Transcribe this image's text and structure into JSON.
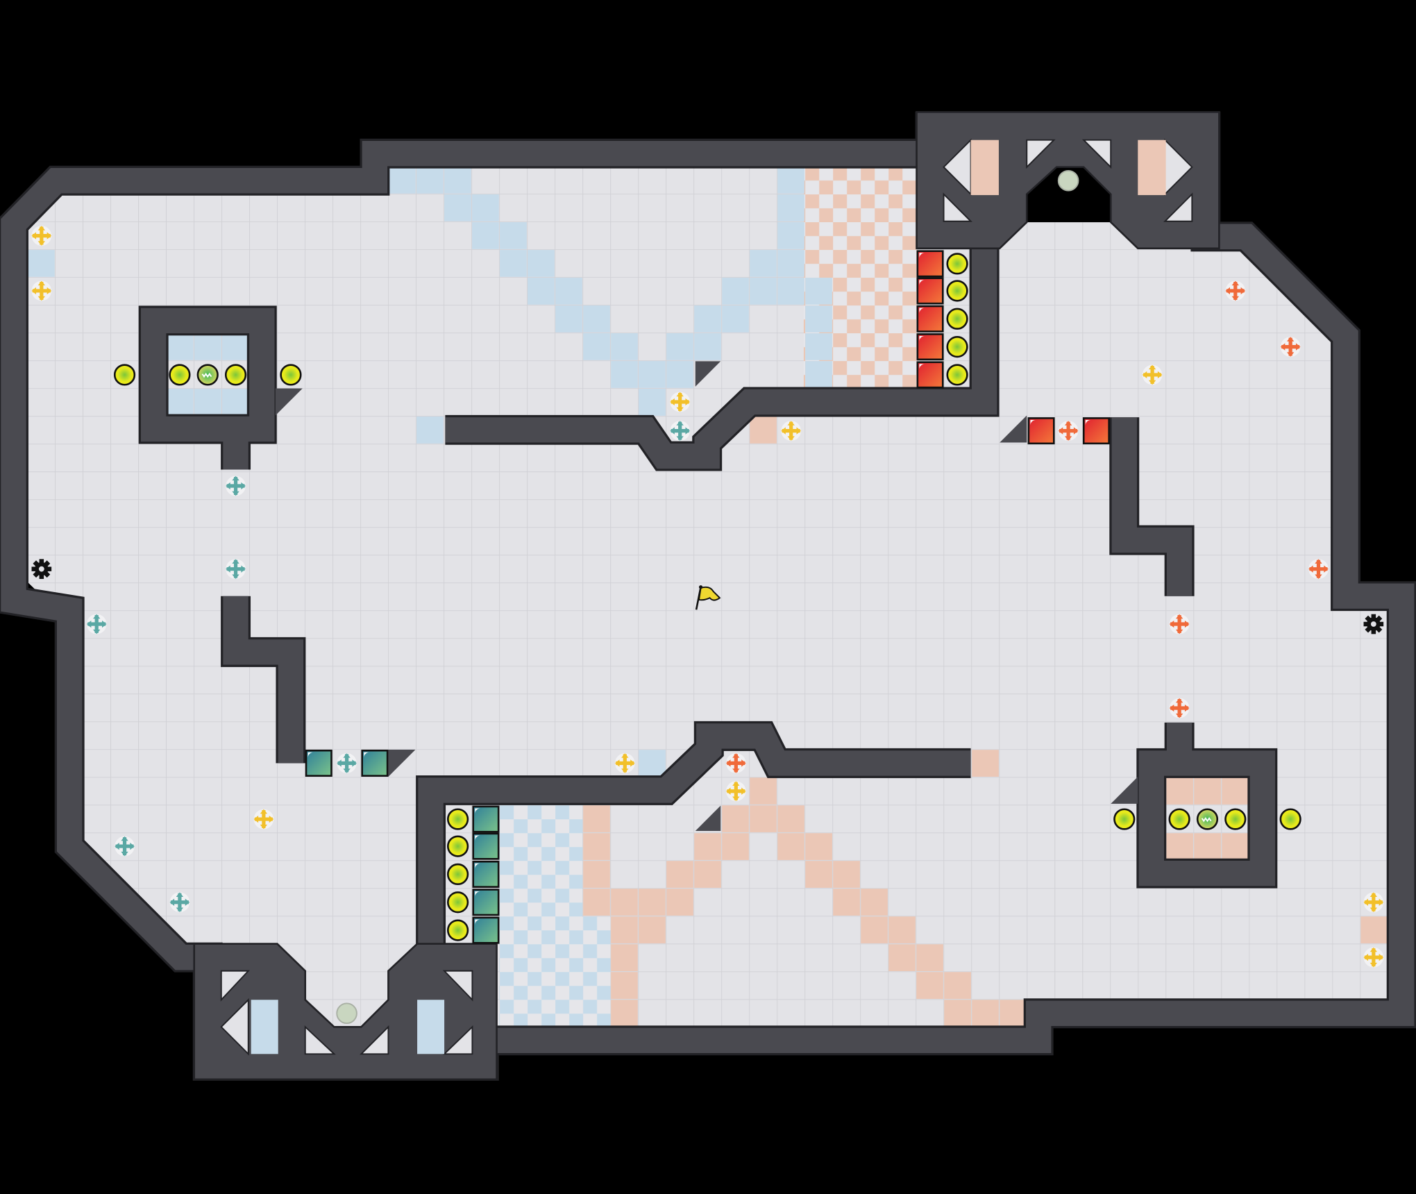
{
  "game": {
    "view": "level-map",
    "tile_size_units": 1
  },
  "palette": {
    "background": "#000000",
    "floor": "#e3e3e7",
    "floor_grid": "#d0d0d5",
    "wall": "#4a4a50",
    "wall_edge": "#222226",
    "blue_tile": "#c6dbea",
    "peach_tile": "#ebc7b6",
    "coin": "#e8ea1c",
    "coin_center": "#7cc63a",
    "red_block": "#e83a30",
    "teal_block": "#3f9a9a",
    "plus_yellow": "#f2c02a",
    "plus_teal": "#5aa8a4",
    "plus_orange": "#f06a3a",
    "flag": "#f0d830",
    "spawn_circle": "#c9d6c0"
  },
  "icons": {
    "coin": "coin-icon",
    "special_coin": "green-coin-icon",
    "red_block": "red-block-icon",
    "teal_block": "teal-block-icon",
    "plus_yellow": "yellow-move-plus-icon",
    "plus_teal": "teal-move-plus-icon",
    "plus_orange": "orange-move-plus-icon",
    "gear": "gear-icon",
    "flag": "goal-flag-icon",
    "spawn": "spawn-circle-icon"
  },
  "counts": {
    "coins": 18,
    "special_coins": 2,
    "red_blocks": 7,
    "teal_blocks": 7,
    "yellow_plus": 10,
    "teal_plus": 7,
    "orange_plus": 7,
    "gears": 2,
    "flags": 1,
    "spawn_circles": 2
  }
}
